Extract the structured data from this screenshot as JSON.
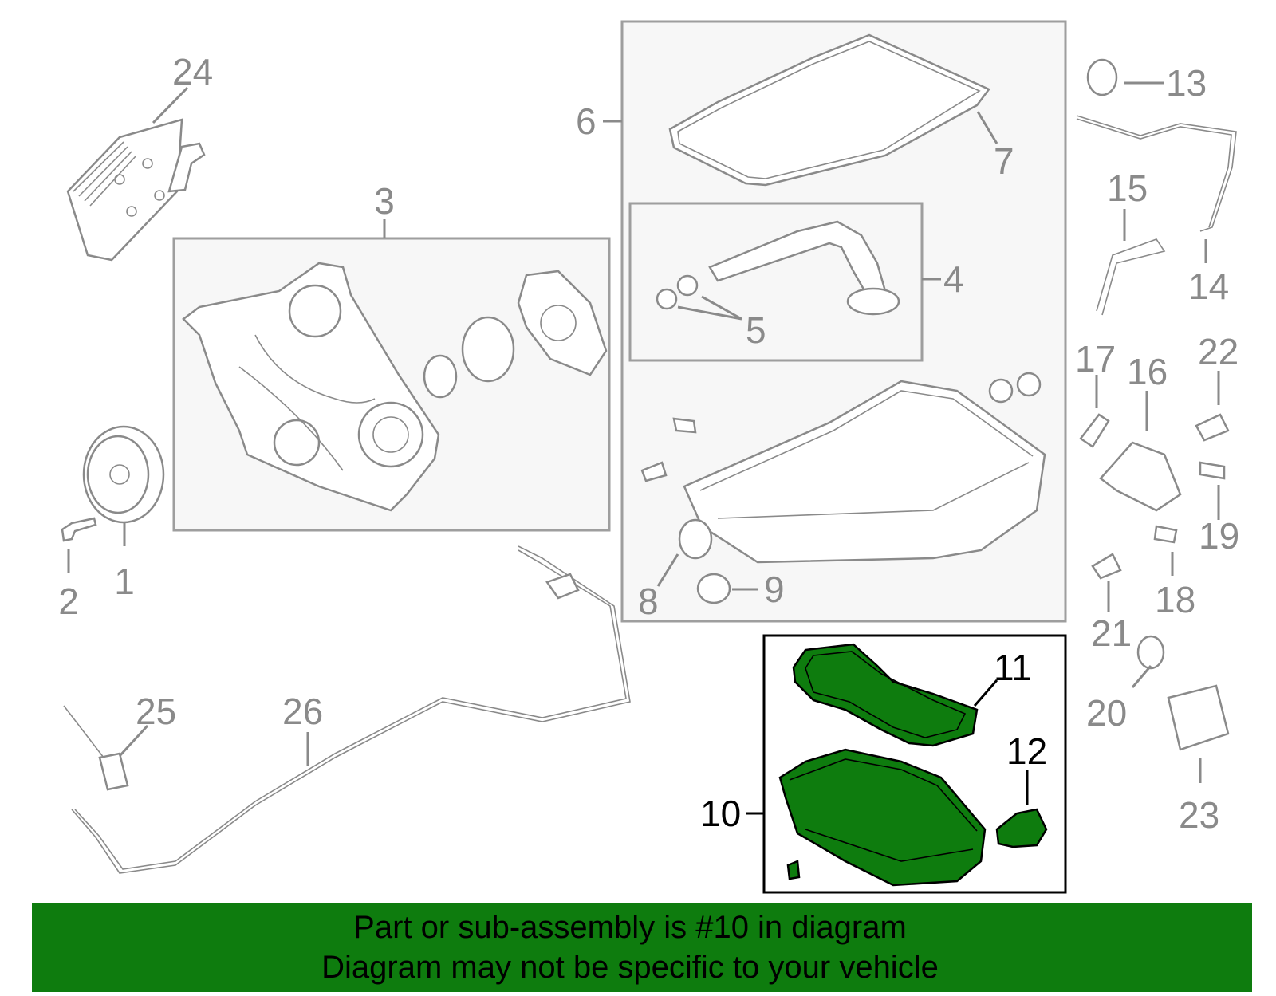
{
  "callouts": {
    "c1": "1",
    "c2": "2",
    "c3": "3",
    "c4": "4",
    "c5": "5",
    "c6": "6",
    "c7": "7",
    "c8": "8",
    "c9": "9",
    "c10": "10",
    "c11": "11",
    "c12": "12",
    "c13": "13",
    "c14": "14",
    "c15": "15",
    "c16": "16",
    "c17": "17",
    "c18": "18",
    "c19": "19",
    "c20": "20",
    "c21": "21",
    "c22": "22",
    "c23": "23",
    "c24": "24",
    "c25": "25",
    "c26": "26"
  },
  "highlight_color": "#0e7c0e",
  "banner": {
    "line1": "Part or sub-assembly is #10 in diagram",
    "line2": "Diagram may not be specific to your vehicle"
  }
}
